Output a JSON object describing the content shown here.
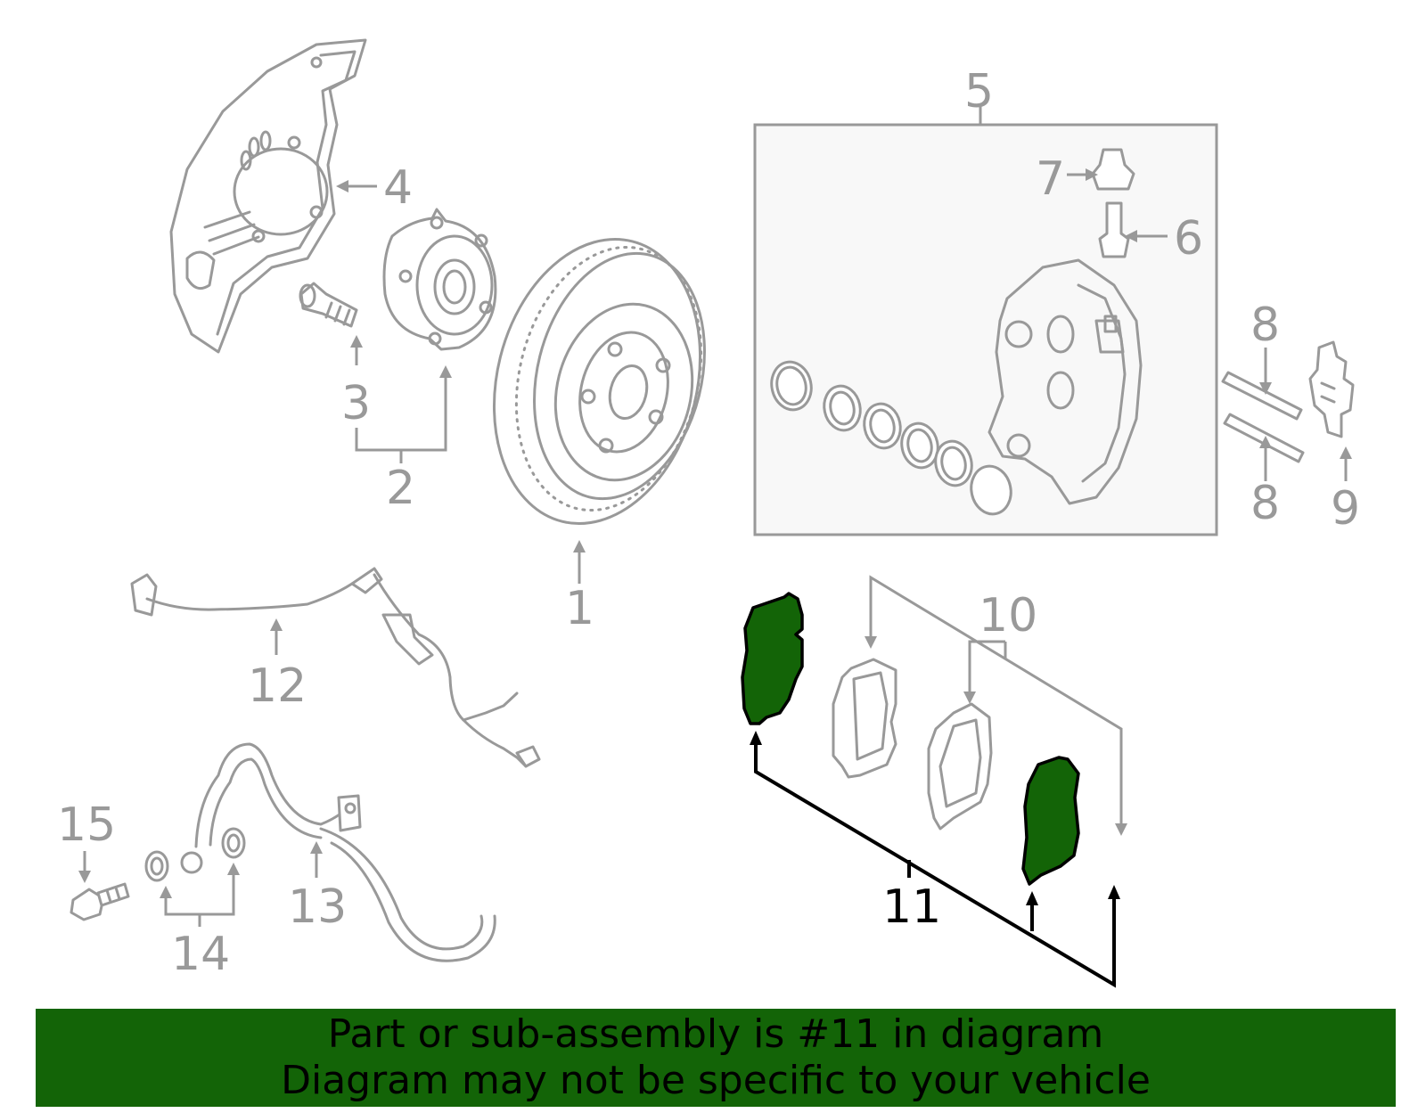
{
  "labels": {
    "part_1": "1",
    "part_2": "2",
    "part_3": "3",
    "part_4": "4",
    "part_5": "5",
    "part_6": "6",
    "part_7": "7",
    "part_8_upper": "8",
    "part_8_lower": "8",
    "part_9": "9",
    "part_10": "10",
    "part_11": "11",
    "part_12": "12",
    "part_13": "13",
    "part_14": "14",
    "part_15": "15"
  },
  "highlight": {
    "part": "11",
    "color": "#136407"
  },
  "banner": {
    "line1": "Part or sub-assembly is #11 in diagram",
    "line2": "Diagram may not be specific to your vehicle",
    "color": "#136407"
  }
}
